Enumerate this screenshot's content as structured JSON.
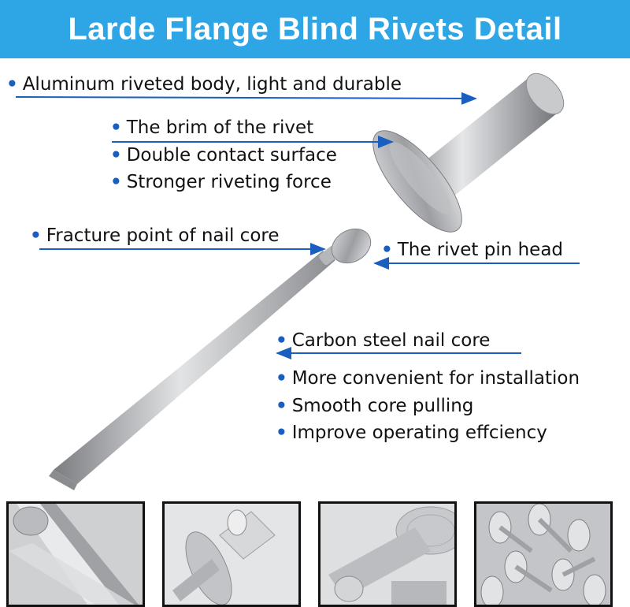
{
  "title": "Larde Flange Blind Rivets Detail",
  "colors": {
    "banner": "#2ea6e6",
    "accent": "#1a5fc0",
    "text": "#111111"
  },
  "labels": {
    "body": "Aluminum riveted body, light and durable",
    "brim": "The brim of the rivet",
    "contact": "Double contact surface",
    "force": "Stronger riveting force",
    "fracture": "Fracture point of nail core",
    "pin_head": "The rivet pin head",
    "carbon": "Carbon steel nail core",
    "convenient": "More convenient for installation",
    "smooth": "Smooth core pulling",
    "efficiency": "Improve operating effciency"
  },
  "bullet": "•",
  "thumbnails": [
    "rivet-closeup-1",
    "rivet-closeup-2",
    "rivet-closeup-3",
    "rivet-pile"
  ]
}
